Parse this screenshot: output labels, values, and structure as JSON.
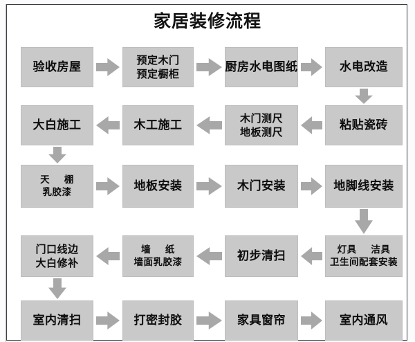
{
  "title": "家居装修流程",
  "flow": {
    "type": "flowchart",
    "direction": "serpentine",
    "rows": 5,
    "cols": 4,
    "box_color": "#c9c9c9",
    "arrow_color": "#a8a8a8",
    "text_color": "#0d0d0d",
    "frame_color": "#3a3a44"
  },
  "nodes": [
    {
      "id": "n1",
      "lines": [
        "验收房屋"
      ]
    },
    {
      "id": "n2",
      "lines": [
        "预定木门",
        "预定橱柜"
      ]
    },
    {
      "id": "n3",
      "lines": [
        "厨房水电图纸"
      ]
    },
    {
      "id": "n4",
      "lines": [
        "水电改造"
      ]
    },
    {
      "id": "n5",
      "lines": [
        "粘贴瓷砖"
      ]
    },
    {
      "id": "n6",
      "lines": [
        "木门测尺",
        "地板测尺"
      ]
    },
    {
      "id": "n7",
      "lines": [
        "木工施工"
      ]
    },
    {
      "id": "n8",
      "lines": [
        "大白施工"
      ]
    },
    {
      "id": "n9",
      "lines": [
        "天    棚",
        "乳胶漆"
      ]
    },
    {
      "id": "n10",
      "lines": [
        "地板安装"
      ]
    },
    {
      "id": "n11",
      "lines": [
        "木门安装"
      ]
    },
    {
      "id": "n12",
      "lines": [
        "地脚线安装"
      ]
    },
    {
      "id": "n13",
      "lines": [
        "灯具    洁具",
        "卫生间配套安装"
      ]
    },
    {
      "id": "n14",
      "lines": [
        "初步清扫"
      ]
    },
    {
      "id": "n15",
      "lines": [
        "墙    纸",
        "墙面乳胶漆"
      ]
    },
    {
      "id": "n16",
      "lines": [
        "门口线边",
        "大白修补"
      ]
    },
    {
      "id": "n17",
      "lines": [
        "室内清扫"
      ]
    },
    {
      "id": "n18",
      "lines": [
        "打密封胶"
      ]
    },
    {
      "id": "n19",
      "lines": [
        "家具窗帘"
      ]
    },
    {
      "id": "n20",
      "lines": [
        "室内通风"
      ]
    }
  ],
  "connectors": [
    {
      "from": "n1",
      "to": "n2",
      "dir": "right"
    },
    {
      "from": "n2",
      "to": "n3",
      "dir": "right"
    },
    {
      "from": "n3",
      "to": "n4",
      "dir": "right"
    },
    {
      "from": "n4",
      "to": "n5",
      "dir": "down"
    },
    {
      "from": "n5",
      "to": "n6",
      "dir": "left"
    },
    {
      "from": "n6",
      "to": "n7",
      "dir": "left"
    },
    {
      "from": "n7",
      "to": "n8",
      "dir": "left"
    },
    {
      "from": "n8",
      "to": "n9",
      "dir": "down"
    },
    {
      "from": "n9",
      "to": "n10",
      "dir": "right"
    },
    {
      "from": "n10",
      "to": "n11",
      "dir": "right"
    },
    {
      "from": "n11",
      "to": "n12",
      "dir": "right"
    },
    {
      "from": "n12",
      "to": "n13",
      "dir": "down"
    },
    {
      "from": "n13",
      "to": "n14",
      "dir": "left"
    },
    {
      "from": "n14",
      "to": "n15",
      "dir": "left"
    },
    {
      "from": "n15",
      "to": "n16",
      "dir": "left"
    },
    {
      "from": "n16",
      "to": "n17",
      "dir": "down"
    },
    {
      "from": "n17",
      "to": "n18",
      "dir": "right"
    },
    {
      "from": "n18",
      "to": "n19",
      "dir": "right"
    },
    {
      "from": "n19",
      "to": "n20",
      "dir": "right"
    }
  ]
}
